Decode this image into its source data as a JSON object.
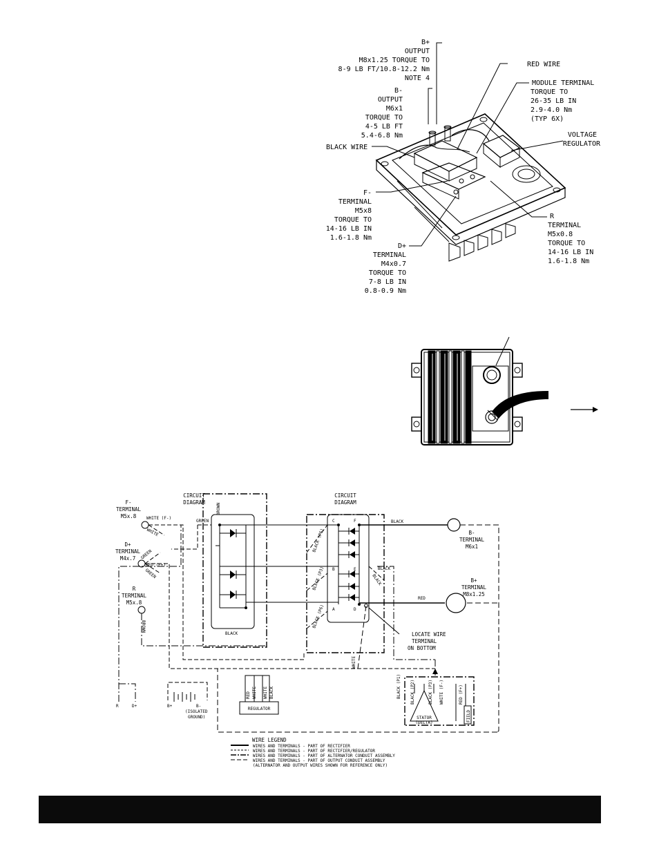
{
  "top_view": {
    "b_plus_output": [
      "B+",
      "OUTPUT",
      "M8x1.25 TORQUE TO",
      "8-9 LB FT/10.8-12.2 Nm",
      "NOTE 4"
    ],
    "b_minus_output": [
      "B-",
      "OUTPUT",
      "M6x1",
      "TORQUE TO",
      "4-5 LB FT",
      "5.4-6.8 Nm"
    ],
    "red_wire": "RED WIRE",
    "module_terminal": [
      "MODULE TERMINAL",
      "TORQUE TO",
      "26-35 LB IN",
      "2.9-4.0 Nm",
      "(TYP 6X)"
    ],
    "voltage_regulator": [
      "VOLTAGE",
      "REGULATOR"
    ],
    "black_wire": "BLACK WIRE",
    "f_minus_terminal": [
      "F-",
      "TERMINAL",
      "M5x8",
      "TORQUE TO",
      "14-16 LB IN",
      "1.6-1.8 Nm"
    ],
    "r_terminal": [
      "R",
      "TERMINAL",
      "M5x0.8",
      "TORQUE TO",
      "14-16 LB IN",
      "1.6-1.8 Nm"
    ],
    "d_plus_terminal": [
      "D+",
      "TERMINAL",
      "M4x0.7",
      "TORQUE TO",
      "7-8 LB IN",
      "0.8-0.9 Nm"
    ]
  },
  "schematic": {
    "left_circuit_title": [
      "CIRCUIT",
      "DIAGRAM"
    ],
    "right_circuit_title": [
      "CIRCUIT",
      "DIAGRAM"
    ],
    "f_minus_terminal": [
      "F-",
      "TERMINAL",
      "M5x.8"
    ],
    "d_plus_terminal": [
      "D+",
      "TERMINAL",
      "M4x.7"
    ],
    "r_terminal": [
      "R",
      "TERMINAL",
      "M5x.8"
    ],
    "b_minus_terminal": [
      "B-",
      "TERMINAL",
      "M6x1"
    ],
    "b_plus_terminal": [
      "B+",
      "TERMINAL",
      "M8x1.25"
    ],
    "locate_wire": [
      "LOCATE WIRE",
      "TERMINAL",
      "ON BOTTOM"
    ],
    "wire_labels": {
      "white_f_minus": "WHITE (F-)",
      "white": "WHITE",
      "green_top": "GREEN",
      "brown_top": "BROWN",
      "green_a": "GREEN",
      "red_f_plus": "RED (F+)",
      "green_b": "GREEN",
      "brown_r": "BROWN",
      "black_left_box": "BLACK",
      "black_b_minus": "BLACK",
      "black_right": "BLACK",
      "black_right_diag": "BLACK",
      "red_b_plus": "RED",
      "black_p6_a": "BLACK (P6)",
      "black_p3": "BLACK (P3)",
      "black_p6_b": "BLACK (P6)",
      "white_bottom": "WHITE"
    },
    "terminal_letters": [
      "C",
      "F",
      "B",
      "E",
      "A",
      "D"
    ],
    "bottom_left_labels": [
      "R",
      "D+"
    ],
    "battery_labels": [
      "B+",
      "B-",
      "(ISOLATED",
      "GROUND)"
    ],
    "regulator_wire_labels": [
      "RED",
      "WHITE",
      "WHITE",
      "BLACK"
    ],
    "regulator": "REGULATOR",
    "stator_wire_labels": [
      "BLACK (P1)",
      "BLACK (P2)",
      "BLACK (P3)",
      "WHITE (F-)",
      "RED (F+)"
    ],
    "stator": [
      "STATOR",
      "(DELTA)"
    ],
    "field": "FIELD"
  },
  "legend": {
    "title": "WIRE LEGEND",
    "items": [
      "WIRES AND TERMINALS - PART OF RECTIFIER",
      "WIRES AND TERMINALS - PART OF RECTIFIER/REGULATOR",
      "WIRES AND TERMINALS - PART OF ALTERNATOR CONDUIT ASSEMBLY",
      "WIRES AND TERMINALS - PART OF OUTPUT CONDUIT ASSEMBLY",
      "(ALTERNATOR AND OUTPUT WIRES SHOWN FOR REFERENCE ONLY)"
    ]
  },
  "colors": {
    "ink": "#000000",
    "footer_bar": "#0b0b0b",
    "paper": "#ffffff"
  }
}
